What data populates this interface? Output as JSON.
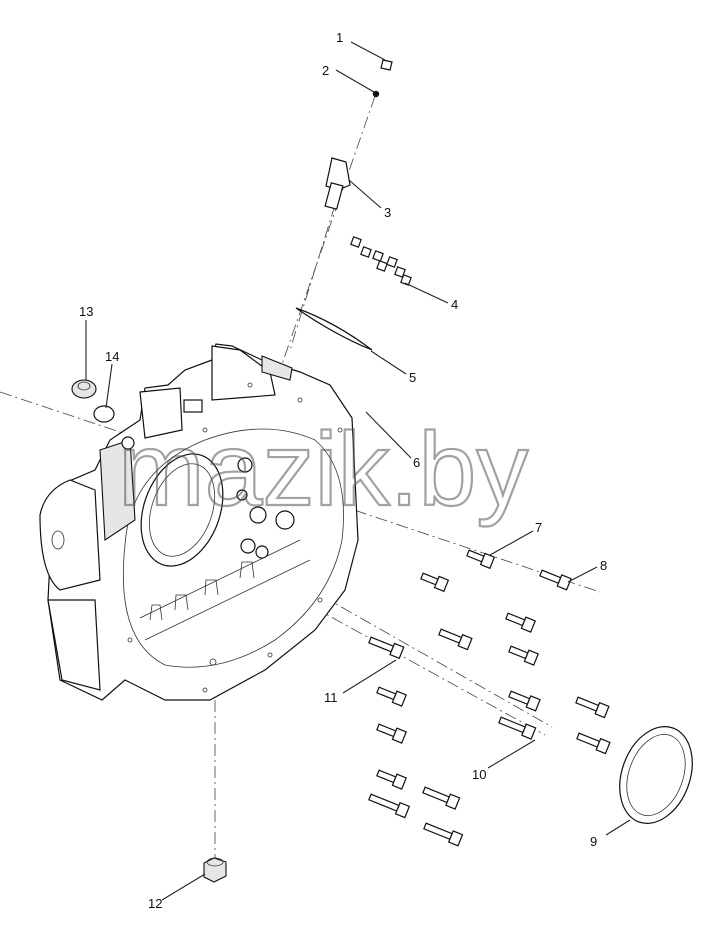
{
  "watermark": "mazik.by",
  "callouts": [
    {
      "id": "1",
      "text": "1"
    },
    {
      "id": "2",
      "text": "2"
    },
    {
      "id": "3",
      "text": "3"
    },
    {
      "id": "4",
      "text": "4"
    },
    {
      "id": "5",
      "text": "5"
    },
    {
      "id": "6",
      "text": "6"
    },
    {
      "id": "7",
      "text": "7"
    },
    {
      "id": "8",
      "text": "8"
    },
    {
      "id": "9",
      "text": "9"
    },
    {
      "id": "10",
      "text": "10"
    },
    {
      "id": "11",
      "text": "11"
    },
    {
      "id": "12",
      "text": "12"
    },
    {
      "id": "13",
      "text": "13"
    },
    {
      "id": "14",
      "text": "14"
    }
  ]
}
